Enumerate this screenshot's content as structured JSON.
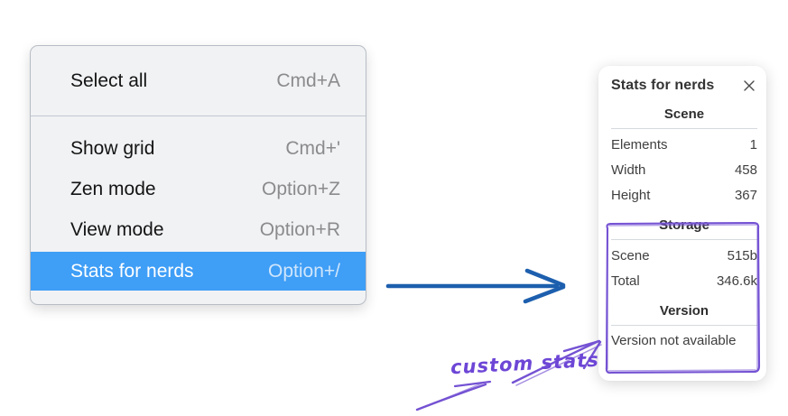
{
  "menu": {
    "groups": [
      {
        "items": [
          {
            "label": "Select all",
            "shortcut": "Cmd+A"
          }
        ]
      },
      {
        "items": [
          {
            "label": "Show grid",
            "shortcut": "Cmd+'"
          },
          {
            "label": "Zen mode",
            "shortcut": "Option+Z"
          },
          {
            "label": "View mode",
            "shortcut": "Option+R"
          },
          {
            "label": "Stats for nerds",
            "shortcut": "Option+/",
            "selected": true
          }
        ]
      }
    ]
  },
  "panel": {
    "title": "Stats for nerds",
    "sections": [
      {
        "heading": "Scene",
        "rows": [
          [
            "Elements",
            "1"
          ],
          [
            "Width",
            "458"
          ],
          [
            "Height",
            "367"
          ]
        ]
      },
      {
        "heading": "Storage",
        "rows": [
          [
            "Scene",
            "515b"
          ],
          [
            "Total",
            "346.6k"
          ]
        ]
      },
      {
        "heading": "Version",
        "rows": [],
        "note": "Version not available"
      }
    ]
  },
  "annotation": {
    "label": "custom stats"
  },
  "icons": {
    "close": "✕",
    "arrow_right": "→",
    "sketch_arrow": "↗"
  },
  "colors": {
    "menu_highlight": "#3f9ef6",
    "menu_background": "#f1f2f4",
    "arrow_blue": "#1d5fae",
    "annotation_purple": "#7452d3"
  }
}
